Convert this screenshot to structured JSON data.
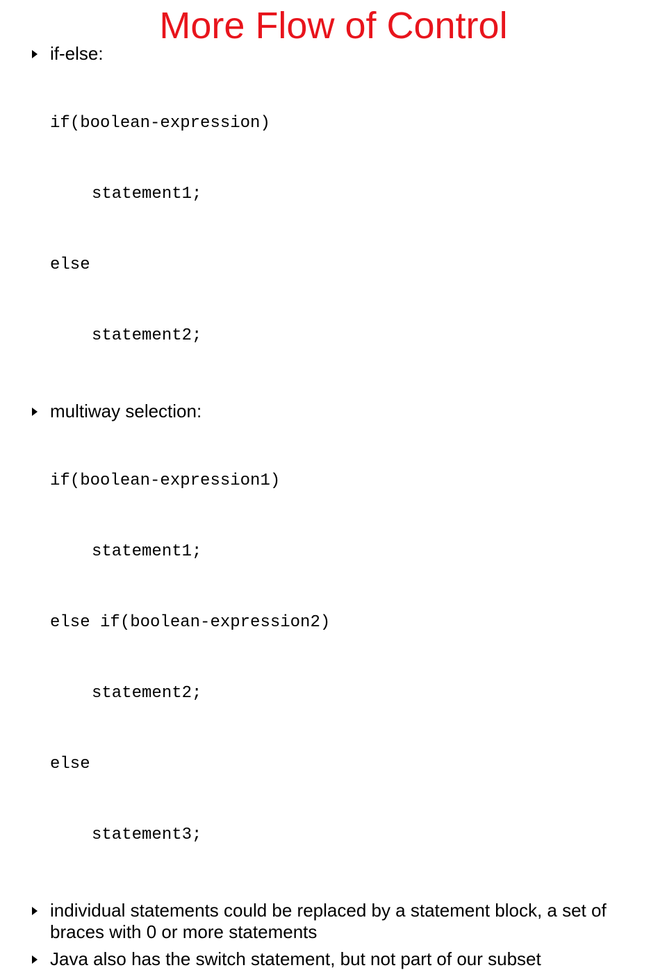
{
  "title": "More Flow of Control",
  "bullets": [
    {
      "text": "if-else:",
      "code": [
        {
          "text": "if(boolean-expression)",
          "indent": false
        },
        {
          "text": "statement1;",
          "indent": true
        },
        {
          "text": "else",
          "indent": false
        },
        {
          "text": "statement2;",
          "indent": true
        }
      ]
    },
    {
      "text": "multiway selection:",
      "code": [
        {
          "text": "if(boolean-expression1)",
          "indent": false
        },
        {
          "text": "statement1;",
          "indent": true
        },
        {
          "text": "else if(boolean-expression2)",
          "indent": false
        },
        {
          "text": "statement2;",
          "indent": true
        },
        {
          "text": "else",
          "indent": false
        },
        {
          "text": "statement3;",
          "indent": true
        }
      ]
    },
    {
      "text": "individual statements could be replaced by a statement block, a set of braces with 0 or more statements",
      "code": []
    },
    {
      "text": "Java also has the switch statement, but not part of our subset",
      "code": []
    }
  ],
  "colors": {
    "title": "#e8141c",
    "text": "#000000",
    "background": "#ffffff"
  },
  "icons": {
    "bullet": "triangle-bullet-icon"
  }
}
